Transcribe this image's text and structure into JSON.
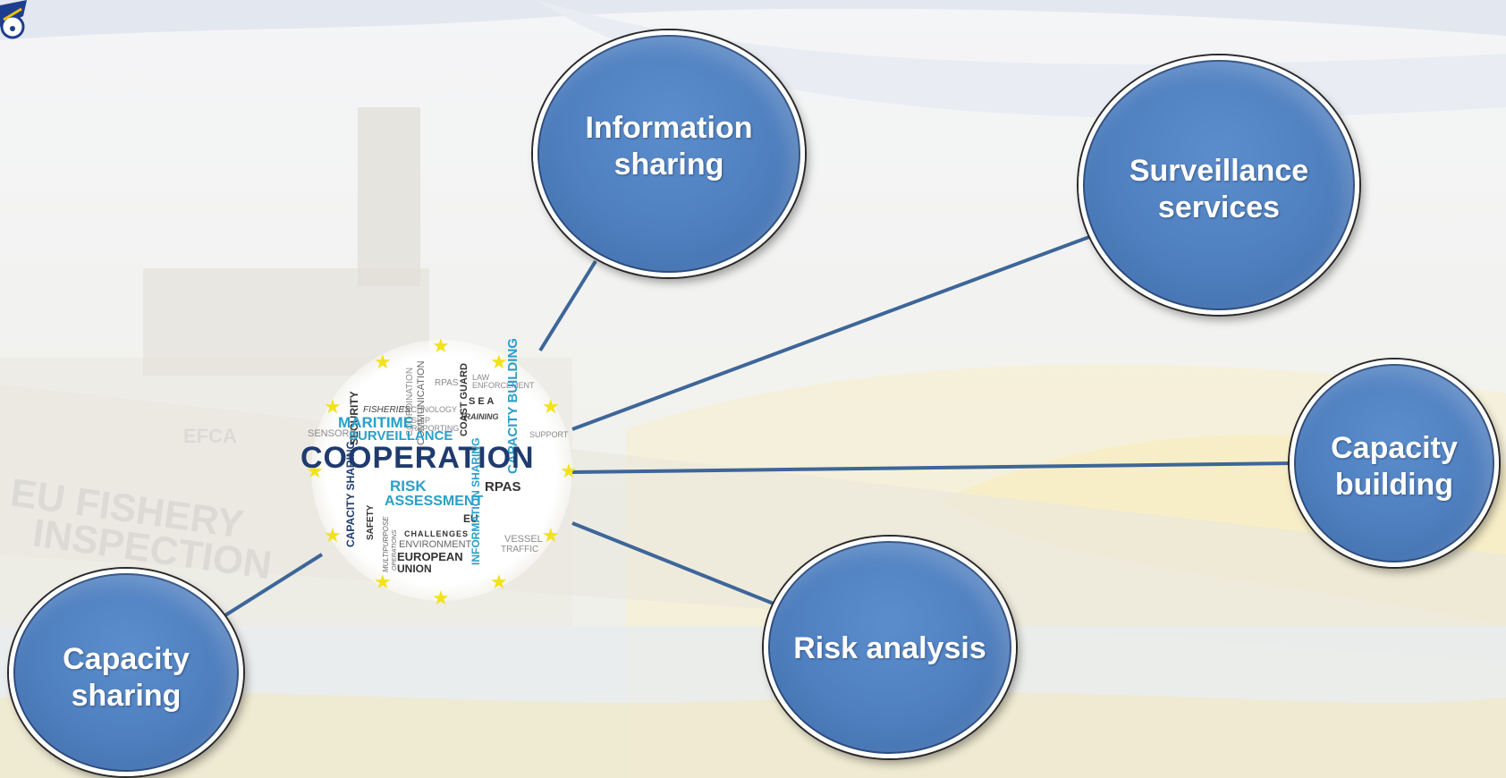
{
  "nodes": {
    "information_sharing": "Information\nsharing",
    "surveillance_services": "Surveillance\nservices",
    "capacity_building": "Capacity\nbuilding",
    "risk_analysis": "Risk analysis",
    "capacity_sharing": "Capacity\nsharing"
  },
  "background": {
    "ship_text_1": "EU FISHERY",
    "ship_text_2": "INSPECTION",
    "ship_text_3": "EFCA"
  },
  "word_cloud": {
    "main": "COOPERATION",
    "maritime": "MARITIME",
    "surveillance": "SURVEILLANCE",
    "risk": "RISK",
    "assessment": "ASSESSMENT",
    "rpas_big": "RPAS",
    "european": "EUROPEAN",
    "union": "UNION",
    "challenges": "CHALLENGES",
    "environment": "ENVIRONMENT",
    "sensors": "SENSORS",
    "security": "SECURITY",
    "fisheries": "FISHERIES",
    "technology": "TECHNOLOGY",
    "coast_guard": "COAST GUARD",
    "training": "TRAINING",
    "ship_reporting": "SHIP REPORTING",
    "law_enforcement": "LAW ENFORCEMENT",
    "capacity_building_v": "CAPACITY BUILDING",
    "capacity_sharing_v": "CAPACITY SHARING",
    "information_sharing_v": "INFORMATION SHARING",
    "coordination": "COORDINATION",
    "communication": "COMMUNICATION",
    "vessel": "VESSEL",
    "traffic": "TRAFFIC",
    "support": "SUPPORT",
    "safety": "SAFETY",
    "sea": "S E A",
    "rpas_small": "RPAS",
    "eu": "EU",
    "multipurpose": "MULTIPURPOSE",
    "operations": "OPERATIONS"
  },
  "colors": {
    "node_fill": "#4f7fbf",
    "connector": "#3d6699",
    "word_dark": "#1f3b6e",
    "word_teal": "#2a9fc9",
    "star": "#f2e21a"
  }
}
